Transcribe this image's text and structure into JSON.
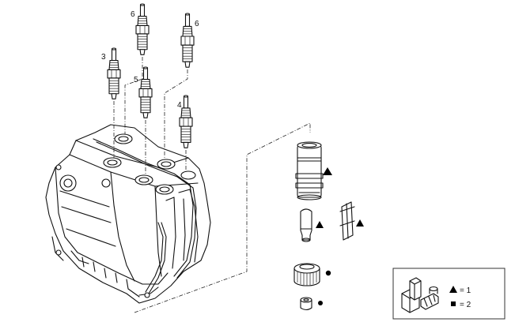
{
  "callouts": {
    "plug_top_left": "6",
    "plug_top_right": "6",
    "plug_left": "3",
    "plug_center": "5",
    "plug_right": "4"
  },
  "legend": {
    "triangle_text": "= 1",
    "dot_text": "= 2"
  }
}
